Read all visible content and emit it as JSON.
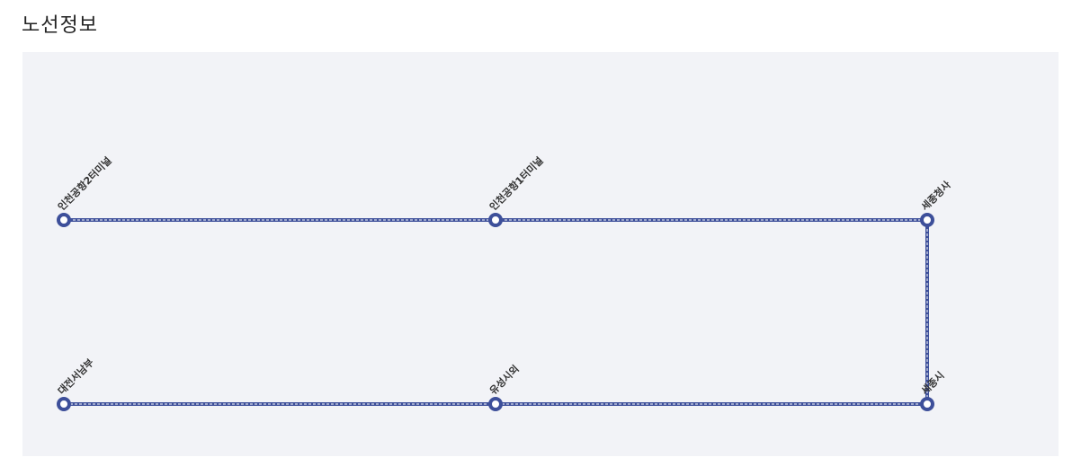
{
  "page": {
    "title": "노선정보"
  },
  "route": {
    "line_color": "#3d4f9a",
    "stops": [
      {
        "name": "인천공항2터미널"
      },
      {
        "name": "인천공항1터미널"
      },
      {
        "name": "세종청사"
      },
      {
        "name": "세종시"
      },
      {
        "name": "유성시외"
      },
      {
        "name": "대전서남부"
      }
    ]
  }
}
